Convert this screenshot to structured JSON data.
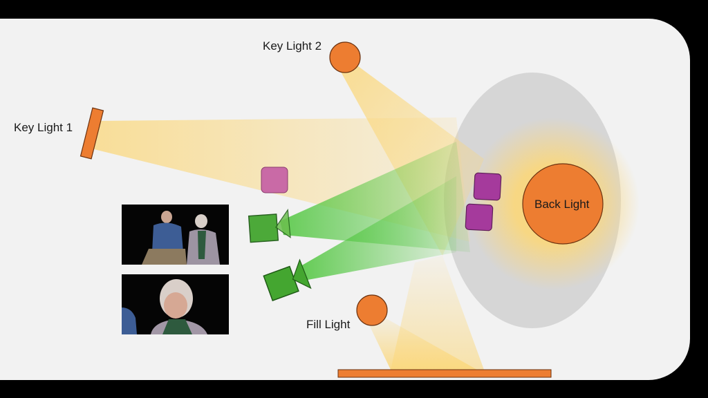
{
  "labels": {
    "key_light_1": "Key Light 1",
    "key_light_2": "Key Light 2",
    "fill_light": "Fill Light",
    "back_light": "Back Light"
  },
  "colors": {
    "background": "#000000",
    "stage": "#f2f2f2",
    "light": "#ed7d31",
    "light_beam": "#fbd77a",
    "camera": "#3fa32e",
    "camera_beam": "#4cc53a",
    "subject": "#a53a9c",
    "subject_faded": "#c96aa6",
    "backdrop": "#d6d6d6"
  }
}
